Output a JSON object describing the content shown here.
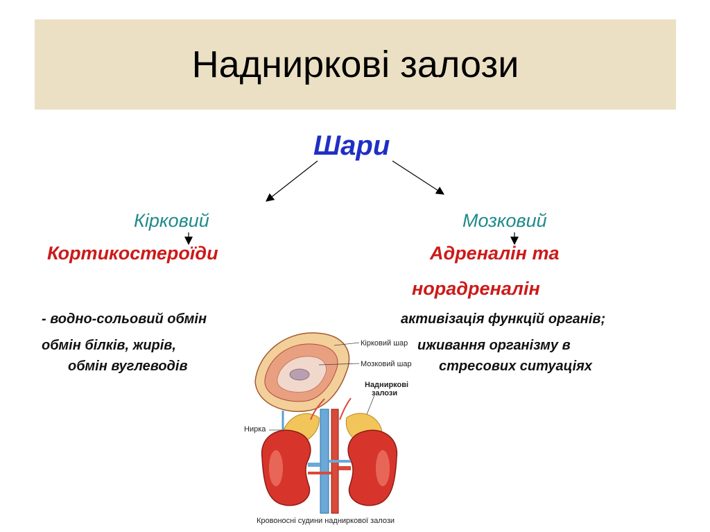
{
  "title": "Наднирковi залози",
  "layers_heading": "Шари",
  "left": {
    "layer": "Кірковий",
    "hormone": "Кортикостероїди",
    "functions": [
      "- водно-сольовий обмін",
      "обмін білків, жирів,",
      "обмін вуглеводів"
    ]
  },
  "right": {
    "layer": "Мозковий",
    "hormone_line1": "Адреналін та",
    "hormone_line2": "норадреналін",
    "functions": [
      "активізація функцій органів;",
      "иживання організму в",
      "стресових ситуаціях"
    ]
  },
  "illustration": {
    "labels": {
      "cortex": "Кірковий шар",
      "medulla": "Мозковий шар",
      "glands_line1": "Надниркові",
      "glands_line2": "залози",
      "kidney": "Нирка",
      "caption": "Кровоносні судини надниркової залози"
    }
  }
}
